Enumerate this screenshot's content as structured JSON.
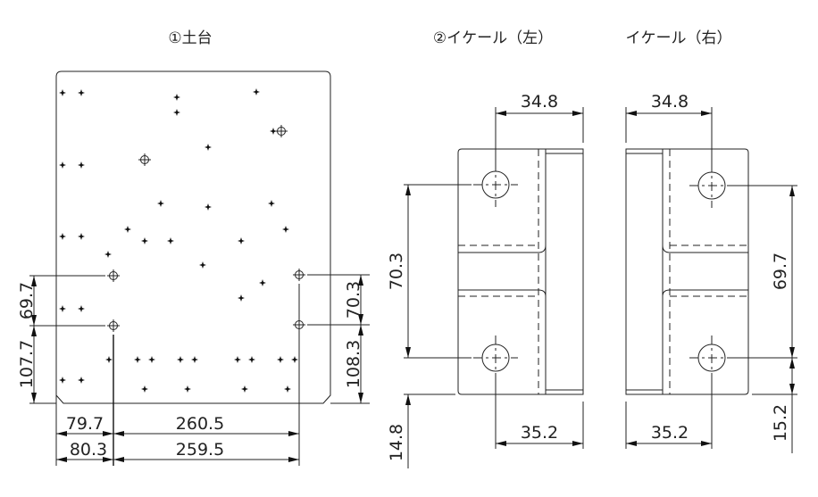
{
  "titles": {
    "base": "①土台",
    "left_bracket": "②イケール（左）",
    "right_bracket": "イケール（右）"
  },
  "base_dims": {
    "left_upper": "69.7",
    "left_lower": "107.7",
    "right_upper": "70.3",
    "right_lower": "108.3",
    "bottom_row1_left": "79.7",
    "bottom_row1_right": "260.5",
    "bottom_row2_left": "80.3",
    "bottom_row2_right": "259.5"
  },
  "left_bracket_dims": {
    "top": "34.8",
    "bottom": "35.2",
    "hole_spacing": "70.3",
    "bottom_offset": "14.8"
  },
  "right_bracket_dims": {
    "top": "34.8",
    "bottom": "35.2",
    "hole_spacing": "69.7",
    "bottom_offset": "15.2"
  }
}
